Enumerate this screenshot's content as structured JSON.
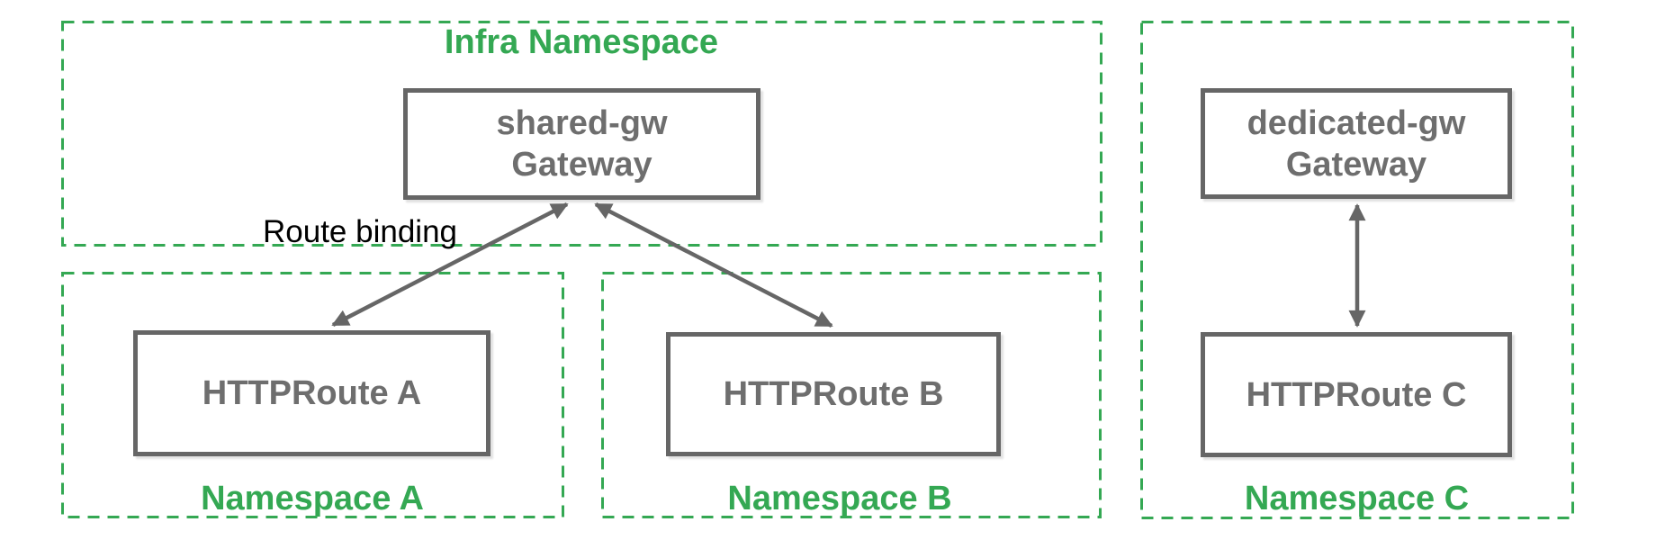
{
  "diagram": {
    "infra_namespace": {
      "title": "Infra Namespace",
      "gateway": {
        "line1": "shared-gw",
        "line2": "Gateway"
      }
    },
    "namespace_a": {
      "title": "Namespace A",
      "route": "HTTPRoute A"
    },
    "namespace_b": {
      "title": "Namespace B",
      "route": "HTTPRoute B"
    },
    "namespace_c": {
      "title": "Namespace C",
      "gateway": {
        "line1": "dedicated-gw",
        "line2": "Gateway"
      },
      "route": "HTTPRoute C"
    },
    "annotations": {
      "route_binding": "Route binding"
    },
    "colors": {
      "namespace_green": "#34a853",
      "node_border_gray": "#666666",
      "node_text_gray": "#6e6e6e",
      "annotation_black": "#000000",
      "background": "#ffffff"
    }
  }
}
